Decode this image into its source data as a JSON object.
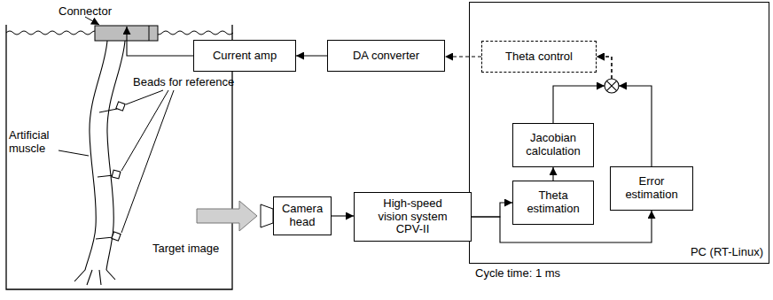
{
  "diagram": {
    "nodes": [
      {
        "text": [
          "Current amp"
        ]
      },
      {
        "text": [
          "DA converter"
        ]
      },
      {
        "text": [
          "PC (RT-Linux)"
        ]
      },
      {
        "text": [
          "Theta control"
        ],
        "in": 2
      },
      {
        "text": [
          "Jacobian calculation"
        ],
        "in": 2
      },
      {
        "text": [
          "Theta estimation"
        ],
        "in": 2
      },
      {
        "text": [
          "Error estimation"
        ],
        "in": 2
      },
      {
        "text": [
          "Camera head"
        ]
      },
      {
        "text": [
          "High-speed vision system CPV-II"
        ]
      }
    ],
    "edges": [
      {
        "from": 1,
        "to": 0,
        "arrow": "to"
      },
      {
        "from": 3,
        "to": 1,
        "arrow": "to"
      },
      {
        "from": 7,
        "to": 8,
        "arrow": "to"
      },
      {
        "from": 8,
        "to": 5,
        "arrow": "to"
      },
      {
        "from": 8,
        "to": 6,
        "arrow": "to"
      },
      {
        "from": 5,
        "to": 4,
        "arrow": "to"
      },
      {
        "from": 4,
        "to": 3,
        "arrow": "to"
      },
      {
        "from": 6,
        "to": 3,
        "arrow": "to"
      }
    ],
    "labels": [
      "Connector",
      "Artificial muscle",
      "Beads for reference",
      "Target image",
      "Cycle time: 1 ms"
    ]
  }
}
